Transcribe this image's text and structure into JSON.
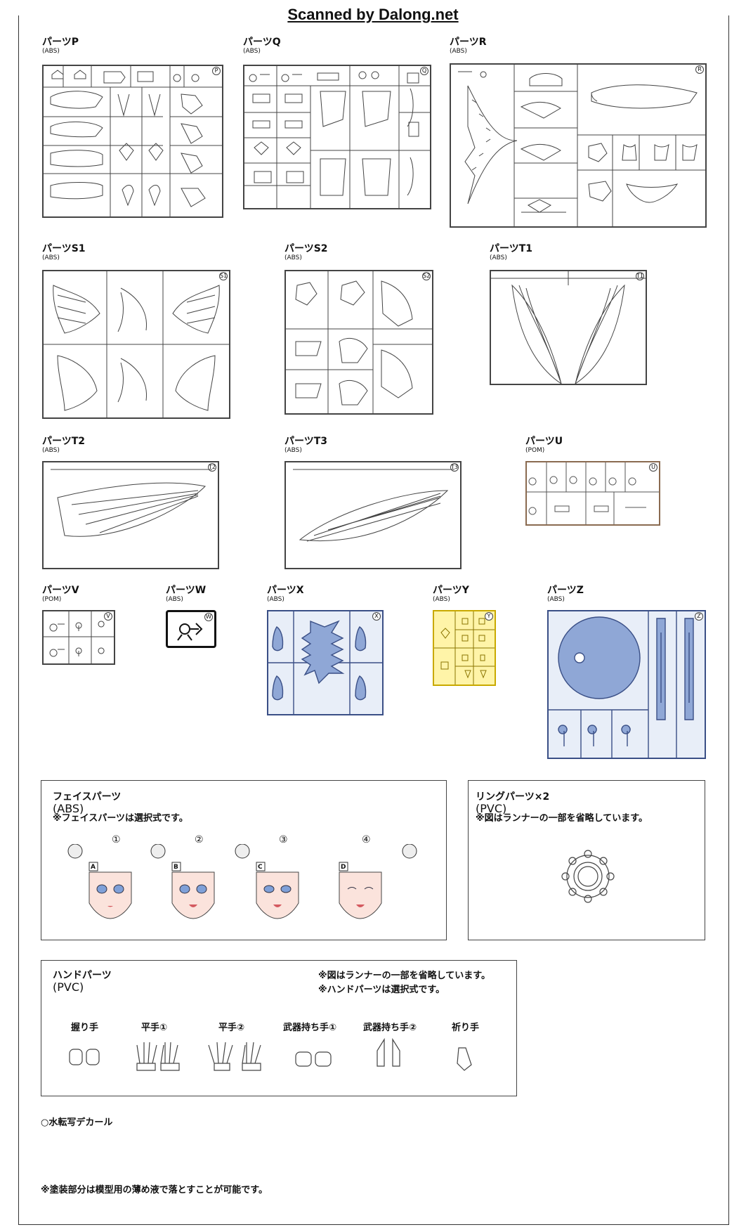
{
  "header": {
    "watermark": "Scanned by Dalong.net"
  },
  "sections": [
    {
      "id": "p",
      "title": "パーツP",
      "material": "(ABS)",
      "tag": "P"
    },
    {
      "id": "q",
      "title": "パーツQ",
      "material": "(ABS)",
      "tag": "Q"
    },
    {
      "id": "r",
      "title": "パーツR",
      "material": "(ABS)",
      "tag": "R"
    },
    {
      "id": "s1",
      "title": "パーツS1",
      "material": "(ABS)",
      "tag": "S1"
    },
    {
      "id": "s2",
      "title": "パーツS2",
      "material": "(ABS)",
      "tag": "S2"
    },
    {
      "id": "t1",
      "title": "パーツT1",
      "material": "(ABS)",
      "tag": "T1"
    },
    {
      "id": "t2",
      "title": "パーツT2",
      "material": "(ABS)",
      "tag": "T2"
    },
    {
      "id": "t3",
      "title": "パーツT3",
      "material": "(ABS)",
      "tag": "T3"
    },
    {
      "id": "u",
      "title": "パーツU",
      "material": "(POM)",
      "tag": "U"
    },
    {
      "id": "v",
      "title": "パーツV",
      "material": "(POM)",
      "tag": "V"
    },
    {
      "id": "w",
      "title": "パーツW",
      "material": "(ABS)",
      "tag": "W"
    },
    {
      "id": "x",
      "title": "パーツX",
      "material": "(ABS)",
      "tag": "X"
    },
    {
      "id": "y",
      "title": "パーツY",
      "material": "(ABS)",
      "tag": "Y"
    },
    {
      "id": "z",
      "title": "パーツZ",
      "material": "(ABS)",
      "tag": "Z"
    }
  ],
  "face_parts": {
    "title": "フェイスパーツ",
    "material": "(ABS)",
    "note": "※フェイスパーツは選択式です。",
    "numbers": [
      "①",
      "②",
      "③",
      "④"
    ],
    "letters": [
      "A",
      "B",
      "C",
      "D"
    ]
  },
  "ring_parts": {
    "title": "リングパーツ×2",
    "material": "(PVC)",
    "note": "※図はランナーの一部を省略しています。"
  },
  "hand_parts": {
    "title": "ハンドパーツ",
    "material": "(PVC)",
    "note1": "※図はランナーの一部を省略しています。",
    "note2": "※ハンドパーツは選択式です。",
    "labels": [
      "握り手",
      "平手①",
      "平手②",
      "武器持ち手①",
      "武器持ち手②",
      "祈り手"
    ]
  },
  "decal": "○水転写デカール",
  "footer_note": "※塗装部分は模型用の薄め液で落とすことが可能です。",
  "colors": {
    "blue": "#8fa7d6",
    "yellow": "#ffe14a",
    "line": "#444444"
  }
}
